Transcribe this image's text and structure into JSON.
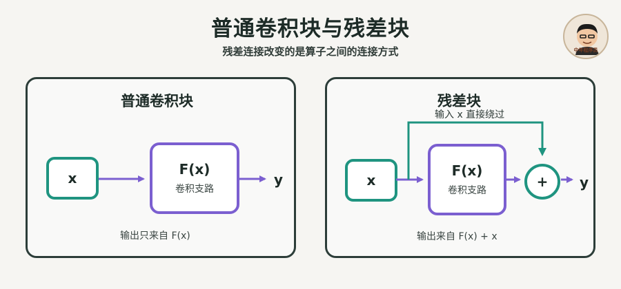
{
  "header": {
    "title": "普通卷积块与残差块",
    "subtitle": "残差连接改变的是算子之间的连接方式"
  },
  "avatar": {
    "caption": "中年程序员"
  },
  "plain_block": {
    "title": "普通卷积块",
    "input_label": "x",
    "func_label": "F(x)",
    "func_sub": "卷积支路",
    "output_label": "y",
    "caption": "输出只来自 F(x)"
  },
  "residual_block": {
    "title": "残差块",
    "bypass_label": "输入 x 直接绕过",
    "input_label": "x",
    "func_label": "F(x)",
    "func_sub": "卷积支路",
    "add_label": "+",
    "output_label": "y",
    "caption": "输出来自 F(x) + x"
  },
  "colors": {
    "teal": "#1f9480",
    "purple": "#7b5fd0",
    "border": "#2c3d39"
  }
}
